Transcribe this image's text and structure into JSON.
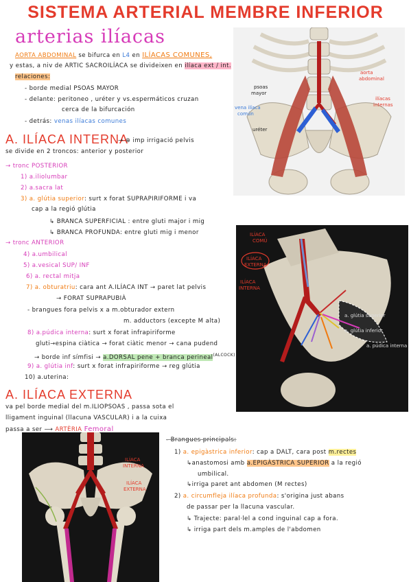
{
  "title": "SISTEMA ARTERIAL MEMBRE INFERIOR",
  "iliac": {
    "heading": "arterias ilíacas",
    "line1_a": "AORTA ABDOMINAL",
    "line1_b": " se bifurca en ",
    "line1_c": "L4",
    "line1_d": " en ",
    "line1_e": "ILÍACAS COMUNES,",
    "line2_a": "y estas, a niv de ARTIC SACROILÍACA se divideixen en ",
    "line2_b": "ilíaca ext / int.",
    "rel": "relaciones:",
    "b1": "- borde medial PSOAS MAYOR",
    "b2": "- delante: peritoneo , uréter y vs.espermáticos cruzan",
    "b2b": "cerca de la bifurcación",
    "b3_a": "- detrás: ",
    "b3_b": "venas ilíacas comunes"
  },
  "interna": {
    "heading": "A. ILÍACA INTERNA",
    "h_tail": "→ ⊕ imp irrigació pelvis",
    "l2": "se divide en 2 troncos: anterior y posterior",
    "post": "→ tronc POSTERIOR",
    "p1": "1) a.iliolumbar",
    "p2": "2) a.sacra lat",
    "p3_a": "3) a. glútia superior",
    "p3_b": ": surt x forat SUPRAPIRIFORME i va",
    "p3c": "cap a la regió glútia",
    "p3d": "↳ BRANCA SUPERFICIAL : entre gluti major i mig",
    "p3e": "↳ BRANCA PROFUNDA: entre gluti mig i menor",
    "ant": "→ tronc ANTERIOR",
    "a4": "4) a.umbilical",
    "a5": "5) a.vesical SUP/ INF",
    "a6": "6) a. rectal mitja",
    "a7_a": "7) a. obturatriu",
    "a7_b": ": cara ant A.ILÍACA INT → paret lat pelvis",
    "a7c": "→ FORAT SUPRAPUBIÀ",
    "a7d": "- brangues fora pelvis x a m.obturador extern",
    "a7e": "m. adductors (excepte M alta)",
    "a8_a": "8) a.púdica interna",
    "a8_b": ": surt x forat infrapiriforme",
    "a8c": "gluti→espina ciàtica → forat ciàtic menor → cana pudend",
    "a8d_a": "→ borde inf símfisi → ",
    "a8d_b": "a.DORSAL pene + branca perineal",
    "a8d_c": "(ALCOCK)",
    "a9_a": "9) a. glútia inf",
    "a9_b": ": surt x forat infrapiriforme → reg glútia",
    "a10": "10) a.uterina:"
  },
  "externa": {
    "heading": "A. ILÍACA EXTERNA",
    "l1": "va pel borde medial del m.ILIOPSOAS , passa sota el",
    "l2": "lligament inguinal (llacuna VASCULAR) i a la cuixa",
    "l3_a": "passa a ser ⟶ ",
    "l3_b": "ARTÈRIA ",
    "l3_c": "Femoral",
    "branches": "- Brangues principals:",
    "e1_a": "1) ",
    "e1_b": "a. epigàstrica inferior",
    "e1_c": ": cap a DALT, cara post ",
    "e1_d": "m.rectes",
    "e1e_a": "↳anastomosi amb ",
    "e1e_b": "a.EPIGÀSTRICA SUPERIOR",
    "e1e_c": " a la regió",
    "e1f": "umbilical.",
    "e1g": "↳irriga paret ant abdomen (M rectes)",
    "e2_a": "2) ",
    "e2_b": "a. circumfleja ilíaca profunda",
    "e2_c": ": s'origina just abans",
    "e2d": "de passar per la llacuna vascular.",
    "e2e": "↳ Trajecte: paral·lel a cond inguinal cap a fora.",
    "e2f": "↳ irriga part dels m.amples de l'abdomen"
  },
  "img1": {
    "psoas": "psoas",
    "mayor": "mayor",
    "aorta": "aorta",
    "abdominal": "abdominal",
    "vena1": "vena ilíaca",
    "vena2": "común",
    "ureter": "uréter",
    "iliacas1": "ilíacas",
    "iliacas2": "internas"
  },
  "img2": {
    "comu1": "ILÍACA",
    "comu2": "COMÚ",
    "ext1": "ILÍACA",
    "ext2": "EXTERNA",
    "int1": "ILÍACA",
    "int2": "INTERNA",
    "sup": "a. glútia superior",
    "inf": "a. glútia inferior",
    "pud": "a. púdica interna"
  },
  "img3": {
    "int1": "ILÍACA",
    "int2": "INTERNA",
    "ext1": "ILÍACA",
    "ext2": "EXTERNA"
  },
  "colors": {
    "title": "#e43b2c",
    "heading_pink": "#d63bb8",
    "orange": "#f07a10",
    "blue": "#3a7ad8",
    "artery": "#b31c1c",
    "vein": "#2d5fd4"
  }
}
